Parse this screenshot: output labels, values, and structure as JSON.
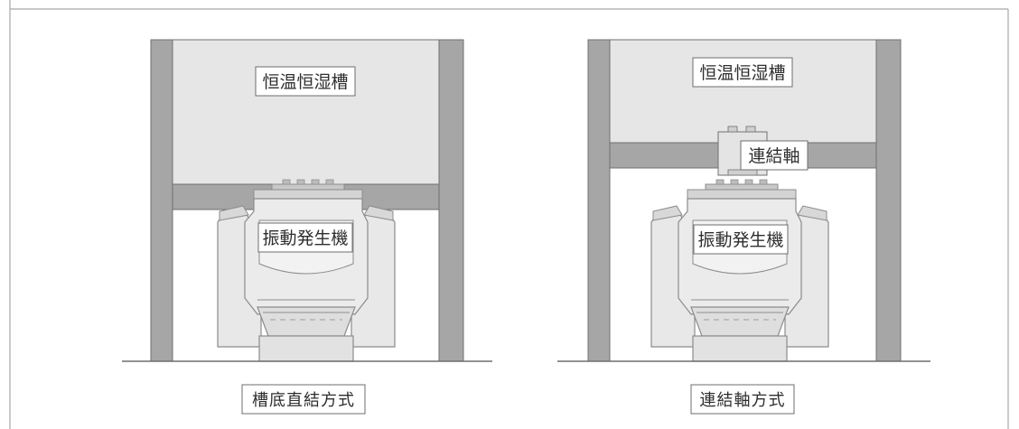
{
  "diagrams": [
    {
      "chamber_label": "恒温恒湿槽",
      "shaker_label": "振動発生機",
      "caption": "槽底直結方式"
    },
    {
      "chamber_label": "恒温恒湿槽",
      "connector_label": "連結軸",
      "shaker_label": "振動発生機",
      "caption": "連結軸方式"
    }
  ]
}
